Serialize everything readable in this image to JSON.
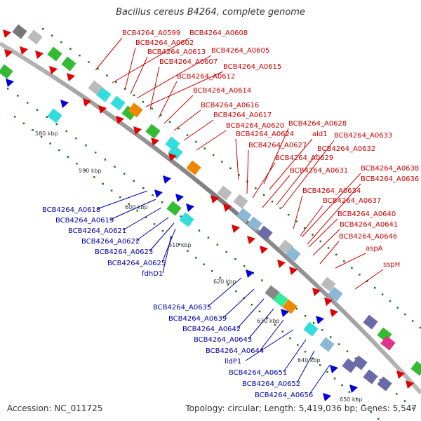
{
  "title": "Bacillus cereus B4264, complete genome",
  "footer": {
    "accession": "Accession: NC_011725",
    "summary": "Topology: circular; Length: 5,419,036 bp; Genes: 5,547"
  },
  "colors": {
    "plus_label": "#cc0000",
    "minus_label": "#0000aa",
    "backbone": "#8a8a8a",
    "tick": "#117711"
  },
  "ticks": [
    "580 kbp",
    "590 kbp",
    "600 kbp",
    "610 kbp",
    "620 kbp",
    "630 kbp",
    "640 kbp",
    "650 kbp"
  ],
  "plus_labels": [
    "BCB4264_A0599",
    "BCB4264_A0608",
    "BCB4264_A0602",
    "BCB4264_A0605",
    "BCB4264_A0613",
    "BCB4264_A0607",
    "BCB4264_A0615",
    "BCB4264_A0612",
    "BCB4264_A0614",
    "BCB4264_A0616",
    "BCB4264_A0617",
    "BCB4264_A0620",
    "BCB4264_A0628",
    "BCB4264_A0624",
    "ald1",
    "BCB4264_A0633",
    "BCB4264_A0627",
    "BCB4264_A0632",
    "BCB4264_A0629",
    "BCB4264_A0638",
    "BCB4264_A0631",
    "BCB4264_A0636",
    "BCB4264_A0634",
    "BCB4264_A0637",
    "BCB4264_A0640",
    "BCB4264_A0641",
    "BCB4264_A0646",
    "aspA",
    "sspH"
  ],
  "minus_labels": [
    "BCB4264_A0618",
    "BCB4264_A0619",
    "BCB4264_A0621",
    "BCB4264_A0622",
    "BCB4264_A0623",
    "BCB4264_A0625",
    "fdhD1",
    "BCB4264_A0635",
    "BCB4264_A0639",
    "BCB4264_A0642",
    "BCB4264_A0643",
    "BCB4264_A0644",
    "lldP1",
    "BCB4264_A0651",
    "BCB4264_A0652",
    "BCB4264_A0656"
  ]
}
